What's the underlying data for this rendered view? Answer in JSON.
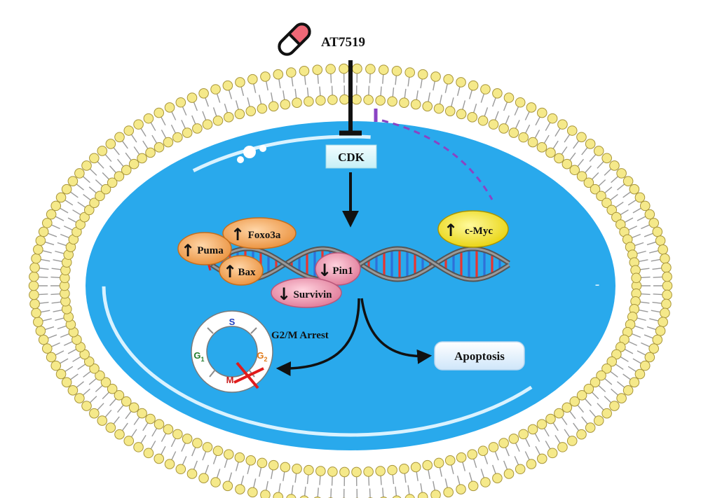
{
  "drug": {
    "label": "AT7519",
    "icon": "capsule-icon"
  },
  "target": {
    "label": "CDK"
  },
  "proteins": {
    "foxo3a": {
      "arrow": "↑",
      "label": "Foxo3a"
    },
    "puma": {
      "arrow": "↑",
      "label": "Puma"
    },
    "bax": {
      "arrow": "↑",
      "label": "Bax"
    },
    "pin1": {
      "arrow": "↓",
      "label": "Pin1"
    },
    "survivin": {
      "arrow": "↓",
      "label": "Survivin"
    },
    "cmyc": {
      "arrow": "↑",
      "label": "c-Myc"
    }
  },
  "cell_cycle": {
    "s": "S",
    "g1": "G",
    "g1_sub": "1",
    "g2": "G",
    "g2_sub": "2",
    "m": "M"
  },
  "outcomes": {
    "arrest": "G2/M Arrest",
    "apoptosis": "Apoptosis"
  },
  "colors": {
    "membrane_head": "#f5e98a",
    "cell_fill": "#29a9ec",
    "orange_protein": "#f2a75e",
    "pink_protein": "#ea94ac",
    "yellow_protein": "#f5e51d",
    "dna_strand": "#7a7a7a",
    "dna_red": "#e8352f",
    "dna_blue": "#2f6fd8",
    "inhibit_dashed": "#8a44c4"
  }
}
